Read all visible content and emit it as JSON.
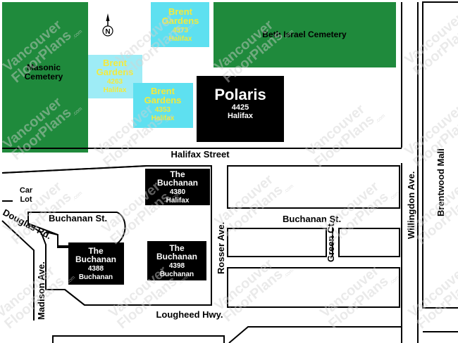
{
  "streets": {
    "halifax": "Halifax Street",
    "buchanan_west": "Buchanan St.",
    "buchanan_east": "Buchanan St.",
    "douglas": "Douglas Rd.",
    "madison": "Madison Ave.",
    "rosser": "Rosser Ave.",
    "green": "Green Ct.",
    "willingdon": "Willingdon Ave.",
    "lougheed": "Lougheed Hwy.",
    "brentwood": "Brentwood Mall"
  },
  "areas": {
    "masonic": [
      "Masonic",
      "Cemetery"
    ],
    "beth_israel": "Beth Israel Cemetery",
    "car_lot": [
      "Car",
      "Lot"
    ]
  },
  "buildings": {
    "brent_4373": [
      "Brent",
      "Gardens",
      "4373",
      "Halifax"
    ],
    "brent_4263": [
      "Brent",
      "Gardens",
      "4263",
      "Halifax"
    ],
    "brent_4353": [
      "Brent",
      "Gardens",
      "4353",
      "Halifax"
    ],
    "polaris": [
      "Polaris",
      "4425",
      "Halifax"
    ],
    "buchanan_4380": [
      "The",
      "Buchanan",
      "4380",
      "Halifax"
    ],
    "buchanan_4388": [
      "The",
      "Buchanan",
      "4388",
      "Buchanan"
    ],
    "buchanan_4398": [
      "The",
      "Buchanan",
      "4398",
      "Buchanan"
    ]
  },
  "compass": "N",
  "watermark": [
    "Vancouver",
    "FloorPlans",
    ".com"
  ],
  "colors": {
    "cemetery": "#1f8a3c",
    "brent_gardens": "#5ee0f0",
    "brent_text": "#f4ea3a",
    "dark_building": "#000000"
  }
}
